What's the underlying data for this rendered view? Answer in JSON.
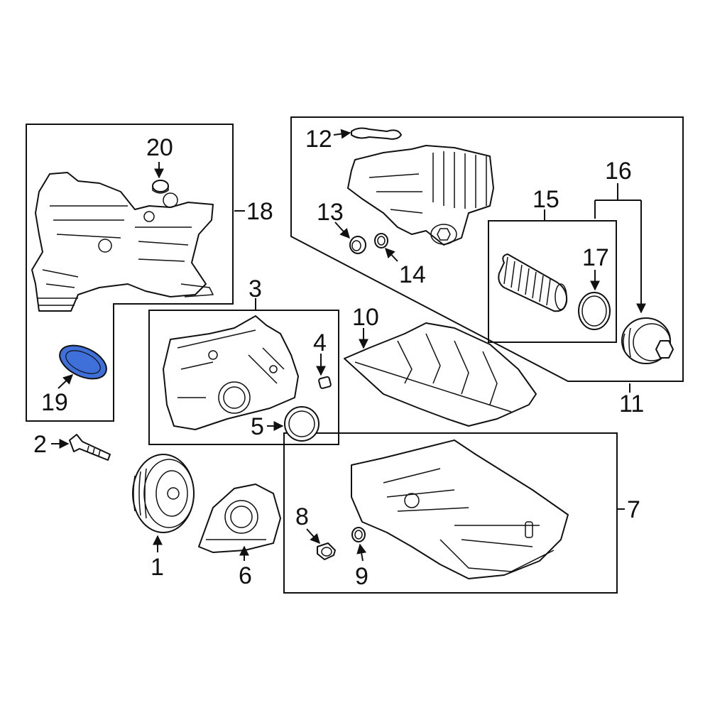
{
  "callouts": {
    "c1": "1",
    "c2": "2",
    "c3": "3",
    "c4": "4",
    "c5": "5",
    "c6": "6",
    "c7": "7",
    "c8": "8",
    "c9": "9",
    "c10": "10",
    "c11": "11",
    "c12": "12",
    "c13": "13",
    "c14": "14",
    "c15": "15",
    "c16": "16",
    "c17": "17",
    "c18": "18",
    "c19": "19",
    "c20": "20"
  },
  "colors": {
    "line": "#111111",
    "background": "#ffffff",
    "highlight_fill": "#3f6fd8",
    "highlight_stroke": "#111111"
  },
  "highlighted_part": "19"
}
